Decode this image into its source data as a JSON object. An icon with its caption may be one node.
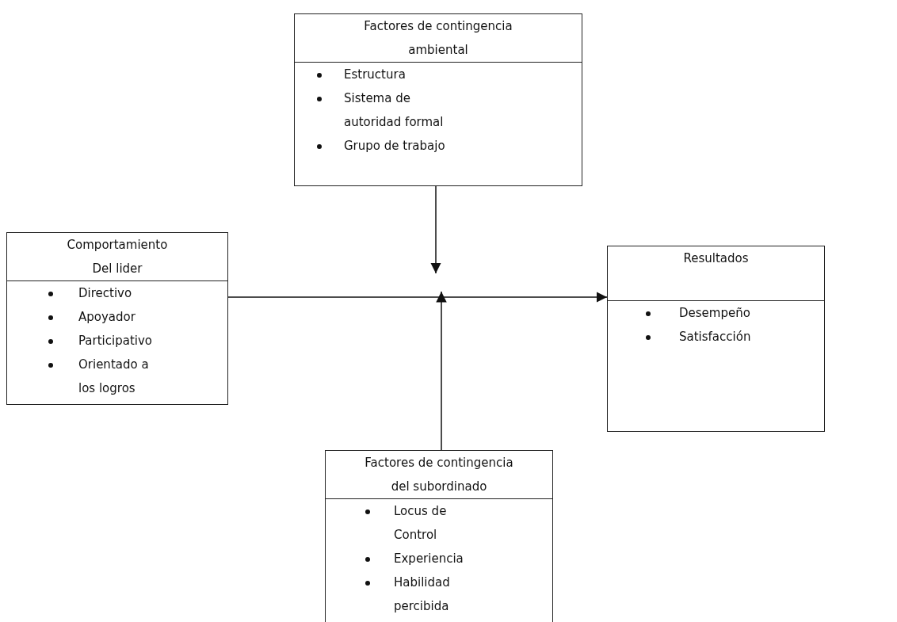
{
  "diagram": {
    "nodes": [
      {
        "text": [
          "Factores de contingencia ambiental",
          "Estructura",
          "Sistema de autoridad formal",
          "Grupo de trabajo"
        ]
      },
      {
        "text": [
          "Comportamiento Del lider",
          "Directivo",
          "Apoyador",
          "Participativo",
          "Orientado a los logros"
        ]
      },
      {
        "text": [
          "Resultados",
          "Desempeño",
          "Satisfacción"
        ]
      },
      {
        "text": [
          "Factores de contingencia del subordinado",
          "Locus de Control",
          "Experiencia",
          "Habilidad percibida"
        ]
      }
    ],
    "edges": [
      {
        "from": 1,
        "to": 2,
        "arrow": "to"
      },
      {
        "from": 0,
        "to": null,
        "arrow": "to"
      },
      {
        "from": 3,
        "to": null,
        "arrow": "to"
      }
    ]
  }
}
